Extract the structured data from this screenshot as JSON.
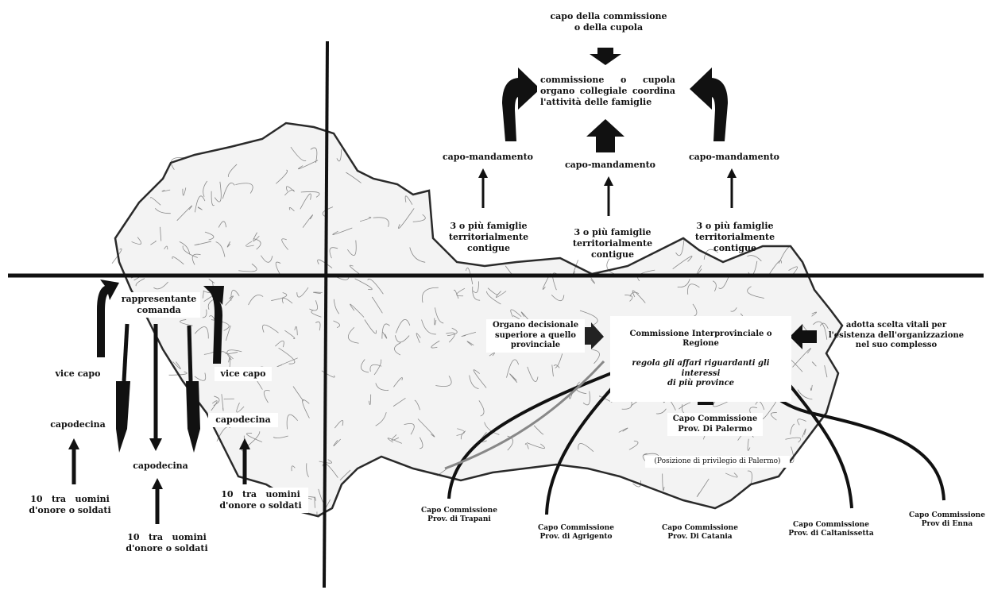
{
  "top": {
    "capo_commissione": "capo della commissione\no della cupola",
    "commissione_cupola": "commissione o cupola organo collegiale coordina l'attività delle famiglie",
    "capo_mandamento_left": "capo-mandamento",
    "capo_mandamento_center": "capo-mandamento",
    "capo_mandamento_right": "capo-mandamento",
    "famiglie_left": "3 o più famiglie\nterritorialmente\ncontigue",
    "famiglie_center": "3 o più famiglie\nterritorialmente\ncontigue",
    "famiglie_right": "3 o più famiglie\nterritorialmente\ncontigue"
  },
  "bottom_left": {
    "rappresentante": "rappresentante\ncomanda",
    "vice_capo_left": "vice capo",
    "vice_capo_right": "vice capo",
    "capodecina_left": "capodecina",
    "capodecina_center": "capodecina",
    "capodecina_right": "capodecina",
    "soldati_left_1": "10   tra   uomini",
    "soldati_left_2": "d'onore o soldati",
    "soldati_center_1": "10   tra   uomini",
    "soldati_center_2": "d'onore o soldati",
    "soldati_right_1": "10   tra   uomini",
    "soldati_right_2": "d'onore o soldati"
  },
  "bottom_right": {
    "organo": "Organo decisionale\nsuperiore a quello\nprovinciale",
    "commissione_title": "Commissione Interprovinciale o Regione",
    "commissione_desc": "regola gli affari riguardanti gli interessi\ndi più province",
    "adotta": "adotta scelta vitali per\nl'esistenza dell'organizzazione\nnel suo complesso",
    "palermo": "Capo Commissione\nProv. Di Palermo",
    "privilegio": "(Posizione di privilegio di Palermo)",
    "trapani": "Capo Commissione\nProv. di Trapani",
    "agrigento": "Capo Commissione\nProv. di Agrigento",
    "catania": "Capo Commissione\nProv. Di Catania",
    "caltanissetta": "Capo Commissione\nProv. di Caltanissetta",
    "enna": "Capo Commissione\nProv di Enna"
  },
  "colors": {
    "ink": "#111111",
    "map": "#2a2a2a",
    "background": "#ffffff"
  }
}
